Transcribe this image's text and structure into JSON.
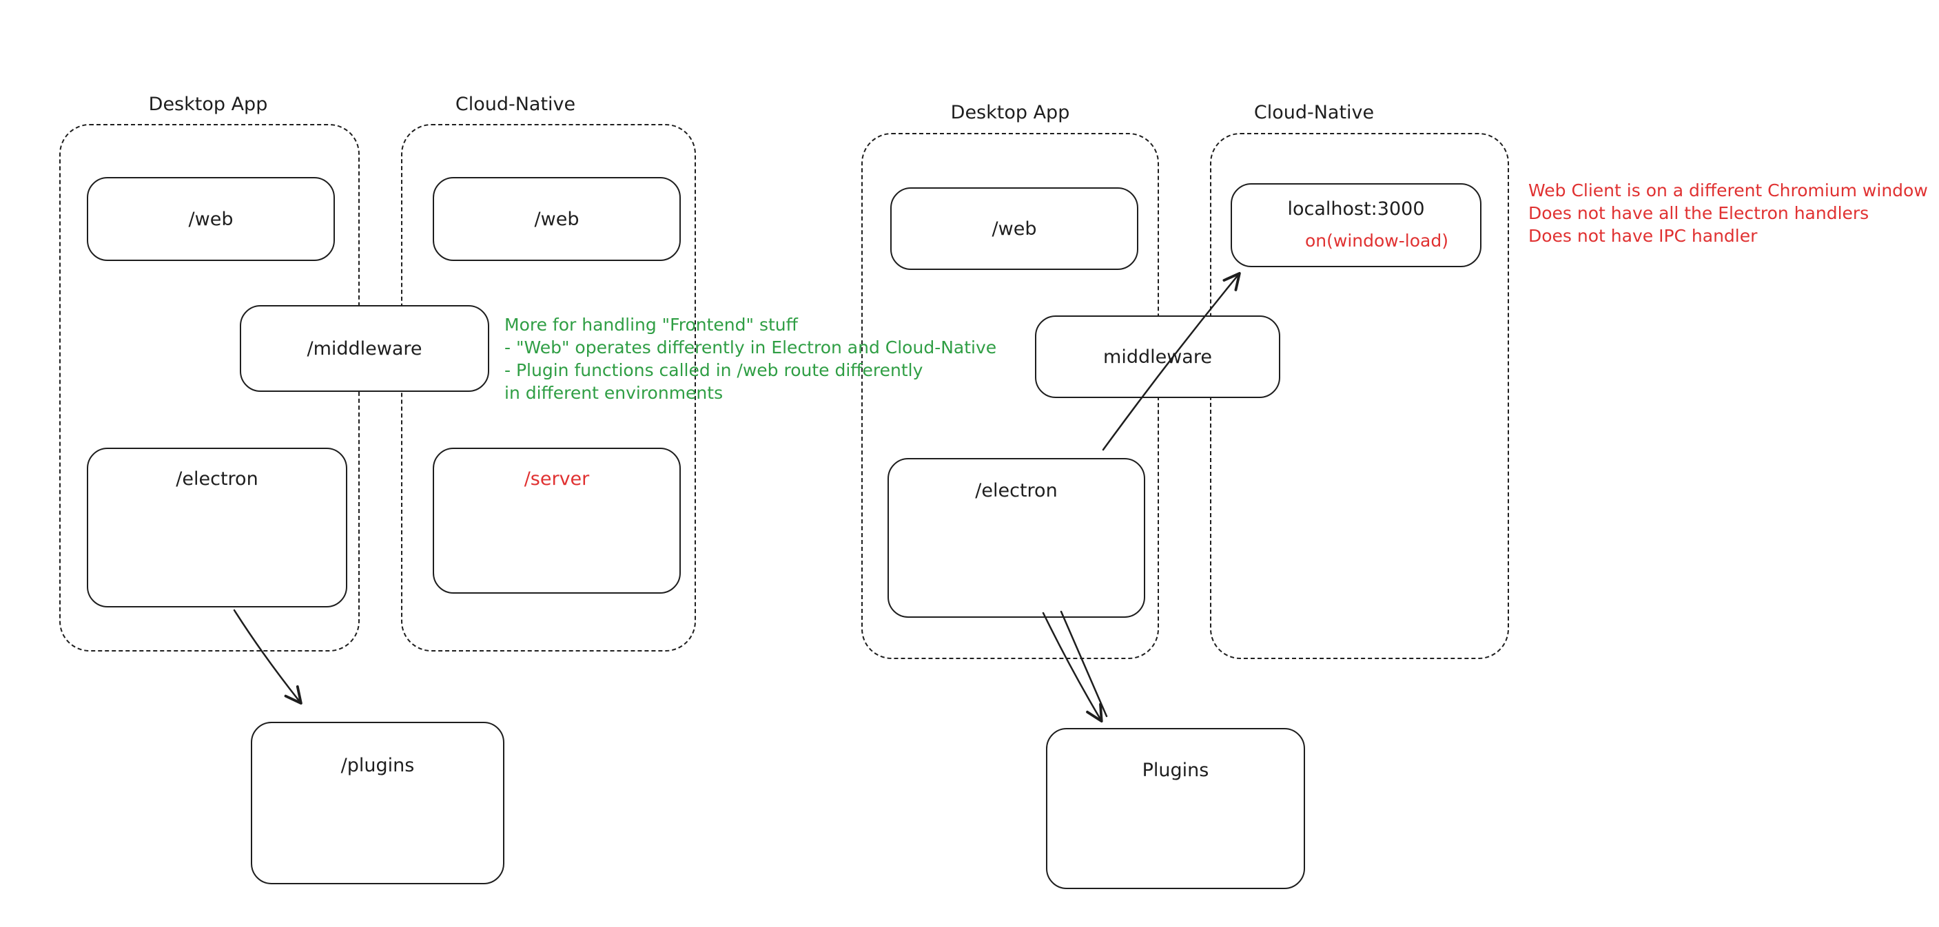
{
  "left": {
    "desktop_app": {
      "label": "Desktop App",
      "web_label": "/web",
      "electron_label": "/electron"
    },
    "cloud_native": {
      "label": "Cloud-Native",
      "web_label": "/web",
      "server_label": "/server"
    },
    "middleware_label": "/middleware",
    "plugins_label": "/plugins",
    "note_lines": [
      "More for handling \"Frontend\" stuff",
      "- \"Web\" operates differently in Electron and Cloud-Native",
      "- Plugin functions called in /web route differently",
      "in different environments"
    ]
  },
  "right": {
    "desktop_app": {
      "label": "Desktop App",
      "web_label": "/web",
      "electron_label": "/electron"
    },
    "cloud_native": {
      "label": "Cloud-Native",
      "host_label": "localhost:3000",
      "handler_label": "on(window-load)"
    },
    "middleware_label": "middleware",
    "plugins_label": "Plugins",
    "note_lines": [
      "Web Client is on a different Chromium window",
      "Does not have all the Electron handlers",
      "Does not have IPC handler"
    ]
  },
  "colors": {
    "stroke": "#1e1e1e",
    "red": "#e03131",
    "green": "#2f9e44"
  }
}
